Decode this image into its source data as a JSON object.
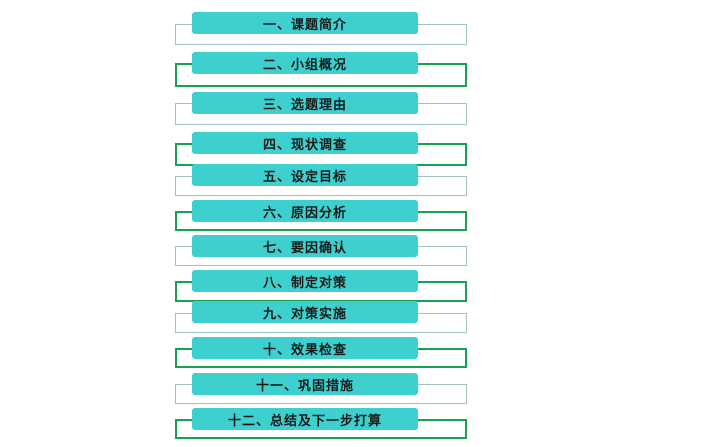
{
  "colors": {
    "step_fill": "#3ecfcf",
    "connector_green": "#1aa052",
    "connector_gray": "#9ec3c3",
    "text": "#1a1a1a",
    "background": "#ffffff"
  },
  "steps": [
    {
      "label": "一、课题简介",
      "connector": "gray"
    },
    {
      "label": "二、小组概况",
      "connector": "green"
    },
    {
      "label": "三、选题理由",
      "connector": "gray"
    },
    {
      "label": "四、现状调查",
      "connector": "green"
    },
    {
      "label": "五、设定目标",
      "connector": "gray"
    },
    {
      "label": "六、原因分析",
      "connector": "green"
    },
    {
      "label": "七、要因确认",
      "connector": "gray"
    },
    {
      "label": "八、制定对策",
      "connector": "green"
    },
    {
      "label": "九、对策实施",
      "connector": "gray"
    },
    {
      "label": "十、效果检查",
      "connector": "green"
    },
    {
      "label": "十一、巩固措施",
      "connector": "gray"
    },
    {
      "label": "十二、总结及下一步打算",
      "connector": "green"
    }
  ]
}
